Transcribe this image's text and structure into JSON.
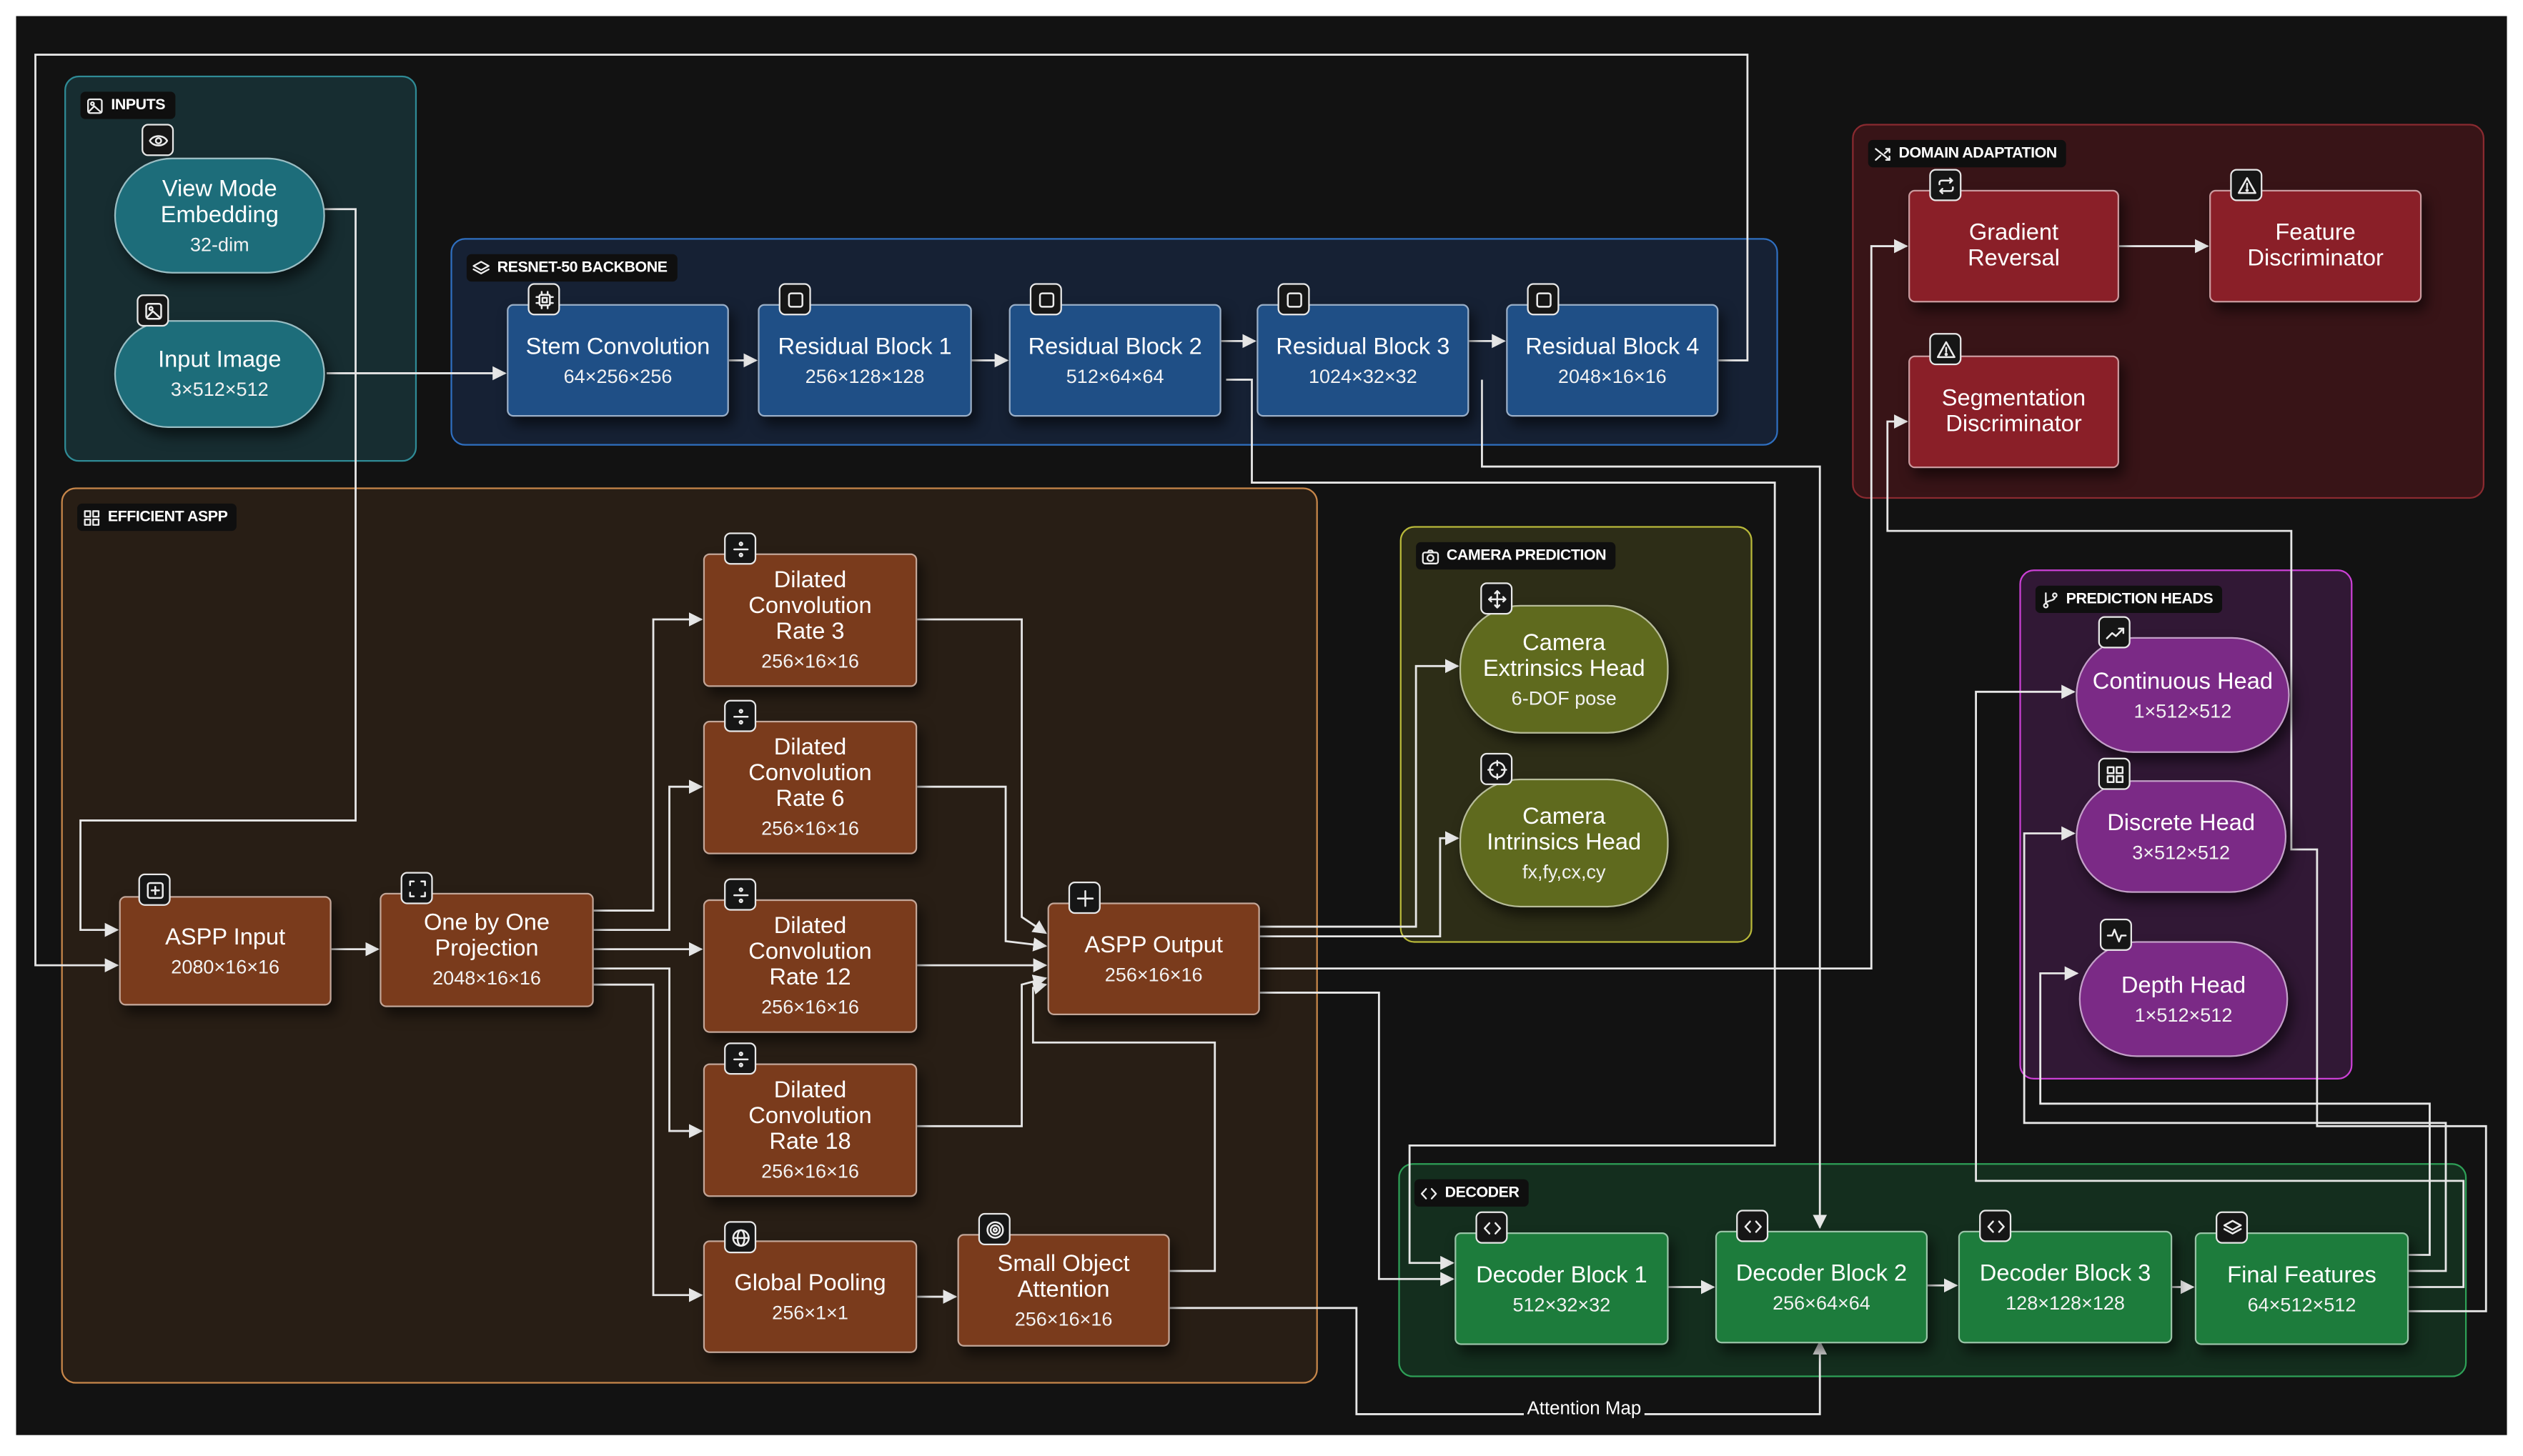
{
  "groups": {
    "inputs": {
      "label": "INPUTS",
      "icon": "image-icon"
    },
    "backbone": {
      "label": "RESNET-50 BACKBONE",
      "icon": "layers-icon"
    },
    "aspp": {
      "label": "EFFICIENT ASPP",
      "icon": "grid-icon"
    },
    "camera": {
      "label": "CAMERA PREDICTION",
      "icon": "camera-icon"
    },
    "domain": {
      "label": "DOMAIN ADAPTATION",
      "icon": "shuffle-icon"
    },
    "heads": {
      "label": "PREDICTION HEADS",
      "icon": "branch-icon"
    },
    "decoder": {
      "label": "DECODER",
      "icon": "code-icon"
    }
  },
  "nodes": {
    "view_mode": {
      "title": "View Mode\nEmbedding",
      "sub": "32-dim",
      "icon": "eye-icon"
    },
    "input_image": {
      "title": "Input Image",
      "sub": "3×512×512",
      "icon": "image-icon"
    },
    "stem": {
      "title": "Stem Convolution",
      "sub": "64×256×256",
      "icon": "chip-icon"
    },
    "res1": {
      "title": "Residual Block 1",
      "sub": "256×128×128",
      "icon": "square-icon"
    },
    "res2": {
      "title": "Residual Block 2",
      "sub": "512×64×64",
      "icon": "square-icon"
    },
    "res3": {
      "title": "Residual Block 3",
      "sub": "1024×32×32",
      "icon": "square-icon"
    },
    "res4": {
      "title": "Residual Block 4",
      "sub": "2048×16×16",
      "icon": "square-icon"
    },
    "aspp_input": {
      "title": "ASPP Input",
      "sub": "2080×16×16",
      "icon": "plus-square-icon"
    },
    "proj": {
      "title": "One by One\nProjection",
      "sub": "2048×16×16",
      "icon": "focus-icon"
    },
    "dil3": {
      "title": "Dilated\nConvolution\nRate 3",
      "sub": "256×16×16",
      "icon": "divide-icon"
    },
    "dil6": {
      "title": "Dilated\nConvolution\nRate 6",
      "sub": "256×16×16",
      "icon": "divide-icon"
    },
    "dil12": {
      "title": "Dilated\nConvolution\nRate 12",
      "sub": "256×16×16",
      "icon": "divide-icon"
    },
    "dil18": {
      "title": "Dilated\nConvolution\nRate 18",
      "sub": "256×16×16",
      "icon": "divide-icon"
    },
    "gpool": {
      "title": "Global Pooling",
      "sub": "256×1×1",
      "icon": "globe-icon"
    },
    "soa": {
      "title": "Small Object\nAttention",
      "sub": "256×16×16",
      "icon": "target-icon"
    },
    "aspp_out": {
      "title": "ASPP Output",
      "sub": "256×16×16",
      "icon": "plus-icon"
    },
    "cam_ext": {
      "title": "Camera\nExtrinsics Head",
      "sub": "6-DOF pose",
      "icon": "move-icon"
    },
    "cam_int": {
      "title": "Camera\nIntrinsics Head",
      "sub": "fx,fy,cx,cy",
      "icon": "crosshair-icon"
    },
    "grad_rev": {
      "title": "Gradient\nReversal",
      "sub": "",
      "icon": "repeat-icon"
    },
    "feat_disc": {
      "title": "Feature\nDiscriminator",
      "sub": "",
      "icon": "warning-icon"
    },
    "seg_disc": {
      "title": "Segmentation\nDiscriminator",
      "sub": "",
      "icon": "warning-icon"
    },
    "cont_head": {
      "title": "Continuous Head",
      "sub": "1×512×512",
      "icon": "trending-icon"
    },
    "disc_head": {
      "title": "Discrete Head",
      "sub": "3×512×512",
      "icon": "grid-icon"
    },
    "depth_head": {
      "title": "Depth Head",
      "sub": "1×512×512",
      "icon": "activity-icon"
    },
    "dec1": {
      "title": "Decoder Block 1",
      "sub": "512×32×32",
      "icon": "code-icon"
    },
    "dec2": {
      "title": "Decoder Block 2",
      "sub": "256×64×64",
      "icon": "code-icon"
    },
    "dec3": {
      "title": "Decoder Block 3",
      "sub": "128×128×128",
      "icon": "code-icon"
    },
    "final": {
      "title": "Final Features",
      "sub": "64×512×512",
      "icon": "layers-icon"
    }
  },
  "edge_labels": {
    "attention_map": "Attention Map"
  },
  "colors": {
    "inputs_fill": "#1d6d7a",
    "inputs_border": "#2f8b96",
    "backbone_fill": "#1f4f86",
    "backbone_border": "#2f6fc0",
    "aspp_fill": "#7a3b1c",
    "aspp_border": "#c8874a",
    "camera_fill": "#5f6a1e",
    "camera_border": "#b9b93a",
    "domain_fill": "#8a1f28",
    "domain_border": "#8a2a30",
    "heads_fill": "#7b2a86",
    "heads_border": "#cc40d6",
    "decoder_fill": "#1d7c3c",
    "decoder_border": "#2ea057",
    "edge": "#e6e6e6"
  }
}
